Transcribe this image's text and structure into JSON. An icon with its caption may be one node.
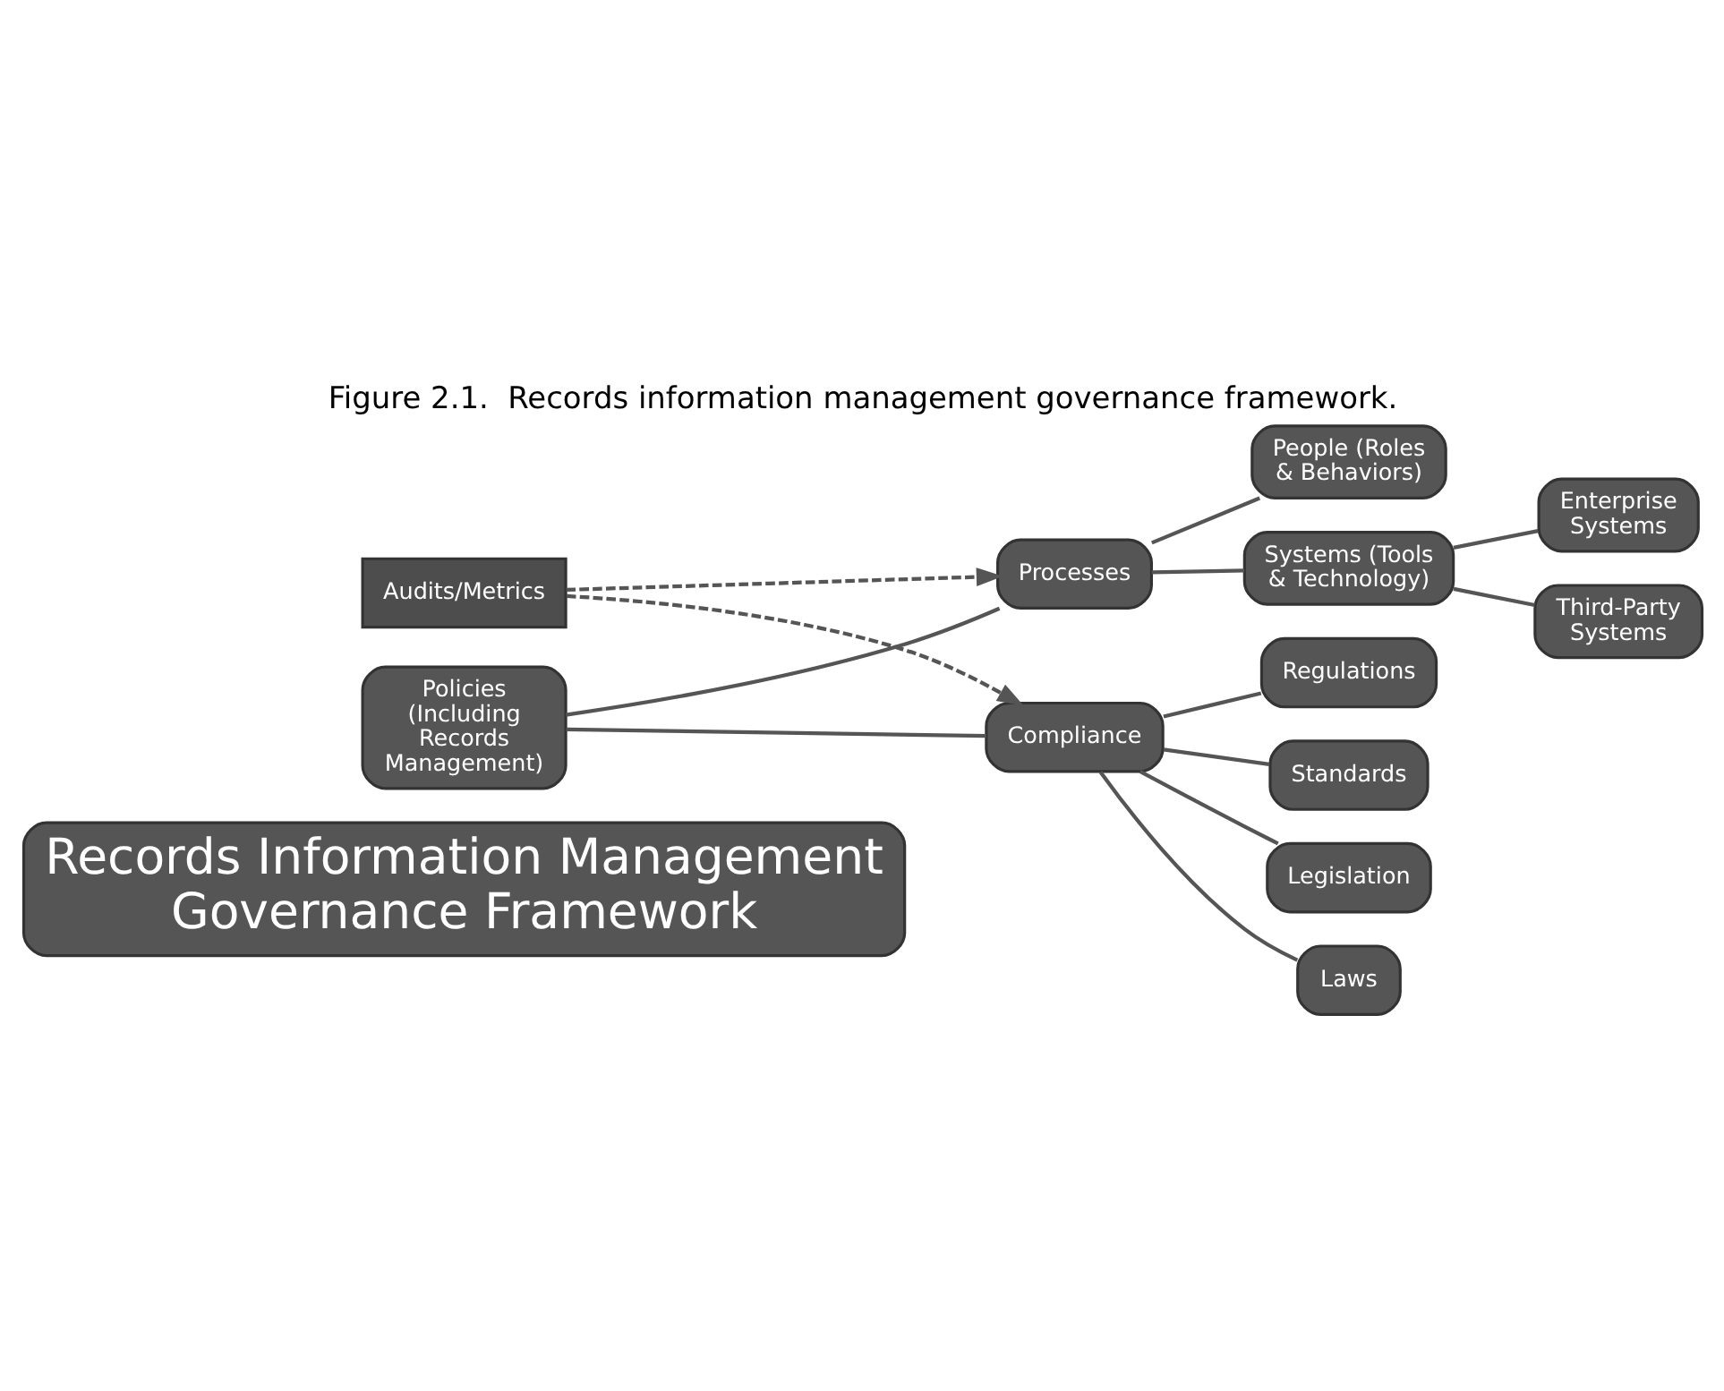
{
  "diagram": {
    "title": "Figure 2.1.  Records information management governance framework.",
    "nodes": [
      {
        "text": [
          "Records Information Management Governance Framework"
        ]
      },
      {
        "text": [
          "Audits/Metrics"
        ]
      },
      {
        "text": [
          "Policies (Including Records Management)"
        ]
      },
      {
        "text": [
          "Processes"
        ]
      },
      {
        "text": [
          "Compliance"
        ]
      },
      {
        "text": [
          "People (Roles & Behaviors)"
        ]
      },
      {
        "text": [
          "Systems (Tools & Technology)"
        ]
      },
      {
        "text": [
          "Enterprise Systems"
        ]
      },
      {
        "text": [
          "Third-Party Systems"
        ]
      },
      {
        "text": [
          "Legislation"
        ]
      },
      {
        "text": [
          "Laws"
        ]
      },
      {
        "text": [
          "Regulations"
        ]
      },
      {
        "text": [
          "Standards"
        ]
      }
    ],
    "edges": [
      {
        "from": 1,
        "to": 3,
        "arrow": "to",
        "style": "dashed"
      },
      {
        "from": 1,
        "to": 4,
        "arrow": "to",
        "style": "dashed"
      },
      {
        "from": 2,
        "to": 3,
        "arrow": "none"
      },
      {
        "from": 2,
        "to": 4,
        "arrow": "none"
      },
      {
        "from": 3,
        "to": 5,
        "arrow": "none"
      },
      {
        "from": 3,
        "to": 6,
        "arrow": "none"
      },
      {
        "from": 6,
        "to": 7,
        "arrow": "none"
      },
      {
        "from": 6,
        "to": 8,
        "arrow": "none"
      },
      {
        "from": 4,
        "to": 9,
        "arrow": "none"
      },
      {
        "from": 4,
        "to": 10,
        "arrow": "none"
      },
      {
        "from": 4,
        "to": 11,
        "arrow": "none"
      },
      {
        "from": 4,
        "to": 12,
        "arrow": "none"
      }
    ]
  }
}
